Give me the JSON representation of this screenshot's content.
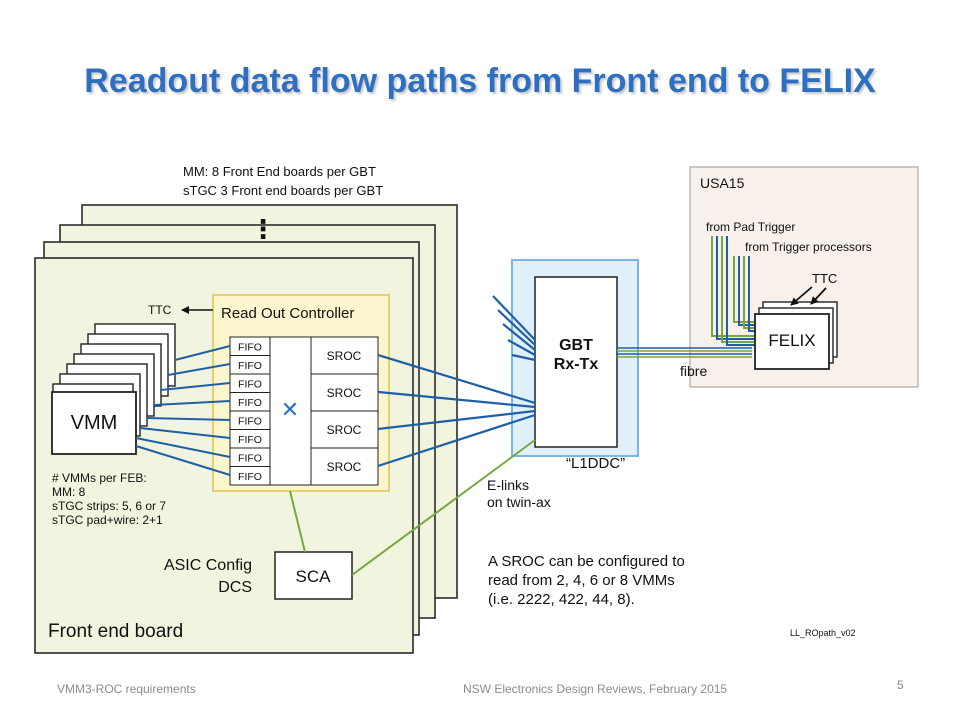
{
  "slide": {
    "title": "Readout data flow paths from Front end to FELIX",
    "footer_left": "VMM3-ROC requirements",
    "footer_center": "NSW Electronics Design Reviews, February 2015",
    "page_number": "5"
  },
  "colors": {
    "title": "#2f6fc1",
    "board_fill": "#f1f5df",
    "roc_fill": "#fcf6cf",
    "roc_border": "#e6cf6e",
    "l1ddc_fill": "#dff0fb",
    "l1ddc_border": "#7ab7e0",
    "usa15_fill": "#f8f0ea",
    "blue_link": "#1f5fa8",
    "green_link": "#7aa63f"
  },
  "diagram": {
    "board_note": [
      "MM: 8 Front End boards per GBT",
      "sTGC 3 Front end boards per GBT"
    ],
    "more_boards_dots": "⋮",
    "front_end_board": "Front end board",
    "ttc_left": "TTC",
    "roc_title": "Read Out Controller",
    "fifo_label": "FIFO",
    "sroc_label": "SROC",
    "crossbar_symbol": "✕",
    "vmm_label": "VMM",
    "vmm_note": [
      "# VMMs per FEB:",
      "MM: 8",
      "sTGC strips: 5, 6 or 7",
      "sTGC pad+wire: 2+1"
    ],
    "asic_config": [
      "ASIC Config",
      "DCS"
    ],
    "sca_label": "SCA",
    "gbt_label": [
      "GBT",
      "Rx-Tx"
    ],
    "l1ddc_label": "“L1DDC”",
    "elinks_label": [
      "E-links",
      "on twin-ax"
    ],
    "fibre_label": "fibre",
    "usa15_label": "USA15",
    "from_pad_trigger": "from Pad Trigger",
    "from_trigger_processors": "from Trigger processors",
    "ttc_right": "TTC",
    "felix_label": "FELIX",
    "sroc_note": [
      "A SROC can be configured to",
      "read from 2, 4, 6 or 8 VMMs",
      "(i.e. 2222, 422, 44, 8)."
    ],
    "version_tag": "LL_ROpath_v02"
  }
}
